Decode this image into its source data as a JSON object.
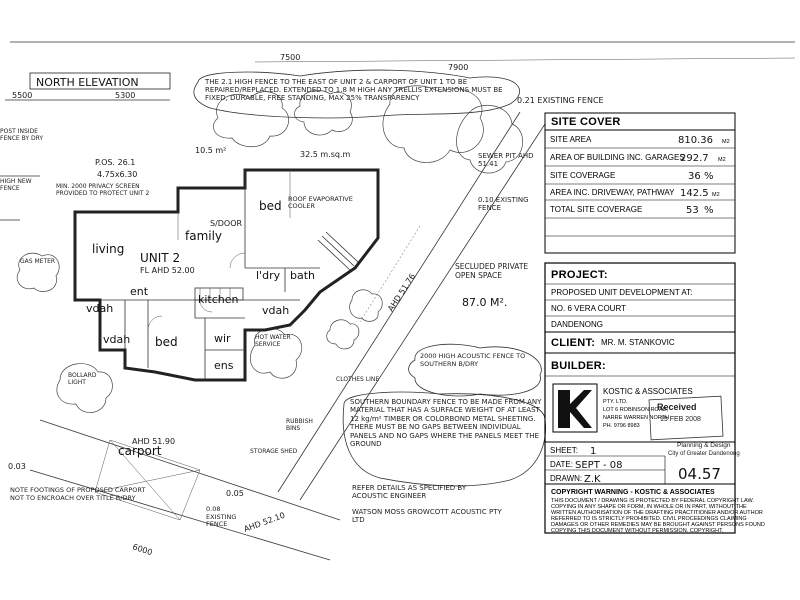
{
  "header": {
    "north_elevation": "NORTH ELEVATION",
    "dim_5500": "5500",
    "dim_5300": "5300",
    "dim_7500": "7500",
    "dim_7900": "7900"
  },
  "notes": {
    "fence_east": "THE 2.1 HIGH FENCE TO THE EAST OF UNIT 2 & CARPORT OF UNIT 1 TO BE REPAIRED/REPLACED. EXTENDED TO 1.8 M HIGH ANY TRELLIS EXTENSIONS MUST BE FIXED, DURABLE, FREE STANDING, MAX 25% TRANSPARENCY",
    "post_fence": "POST INSIDE FENCE BY DRY",
    "new_fence": "HIGH NEW FENCE",
    "existing_fence_top": "0.21 EXISTING FENCE",
    "sewer_pit": "SEWER PIT AHD 51.41",
    "p_os": "P.OS. 26.1",
    "p_os_dims": "4.75x6.30",
    "mh_note": "MIN. 2000 PRIVACY SCREEN PROVIDED TO PROTECT UNIT 2",
    "area_10": "10.5 m²",
    "area_32": "32.5 m.sq.m",
    "roof_evap": "ROOF EVAPORATIVE COOLER",
    "screen_door": "S/DOOR",
    "fl_ahd": "FL AHD 52.00",
    "gas_meter": "GAS METER",
    "hot_water": "HOT WATER SERVICE",
    "bollard_light": "BOLLARD LIGHT",
    "clothes_line": "CLOTHES LINE",
    "rubbish_bins": "RUBBISH BINS",
    "storage_shed": "STORAGE SHED",
    "ahd_5190": "AHD 51.90",
    "ahd_5176": "AHD 51.76",
    "ahd_5210": "AHD 52.10",
    "existing_fence_bottom": "0.08 EXISTING FENCE",
    "secluded_open_space": "SECLUDED PRIVATE OPEN SPACE",
    "open_space_area": "87.0 M².",
    "acoustic_fence": "2000 HIGH ACOUSTIC FENCE TO SOUTHERN B/DRY",
    "southern_boundary": "SOUTHERN BOUNDARY FENCE TO BE MADE FROM ANY MATERIAL THAT HAS A SURFACE WEIGHT OF AT LEAST 12 kg/m² TIMBER OR COLORBOND METAL SHEETING. THERE MUST BE NO GAPS BETWEEN INDIVIDUAL PANELS AND NO GAPS WHERE THE PANELS MEET THE GROUND",
    "refer_details": "REFER DETAILS AS SPECIFIED BY ACOUSTIC ENGINEER",
    "watson_moss": "WATSON MOSS GROWCOTT ACOUSTIC PTY LTD",
    "footings_note": "NOTE FOOTINGS OF PROPOSED CARPORT NOT TO ENCROACH OVER TITLE B/DRY",
    "dim_6000": "6000",
    "level_003": "0.03",
    "level_005": "0.05"
  },
  "rooms": {
    "bed_upper": "bed",
    "family": "family",
    "living": "living",
    "unit2": "UNIT 2",
    "ldry": "l'dry",
    "bath": "bath",
    "ent": "ent",
    "kitchen": "kitchen",
    "vdah_left": "vdah",
    "vdah_mid": "vdah",
    "vdah_lower": "vdah",
    "bed_lower": "bed",
    "wir": "wir",
    "ens": "ens",
    "carport": "carport"
  },
  "site_cover": {
    "title": "SITE COVER",
    "rows": [
      {
        "label": "SITE AREA",
        "value": "810.36",
        "unit": "M2"
      },
      {
        "label": "AREA OF BUILDING INC. GARAGES",
        "value": "292.7",
        "unit": "M2"
      },
      {
        "label": "SITE COVERAGE",
        "value": "36",
        "unit": "%"
      },
      {
        "label": "AREA INC. DRIVEWAY, PATHWAY",
        "value": "142.5",
        "unit": "M2"
      },
      {
        "label": "TOTAL SITE COVERAGE",
        "value": "53",
        "unit": "%"
      }
    ]
  },
  "project": {
    "label": "PROJECT:",
    "line1": "PROPOSED UNIT DEVELOPMENT AT:",
    "line2": "NO. 6 VERA COURT",
    "line3": "DANDENONG"
  },
  "client": {
    "label": "CLIENT:",
    "name": "MR. M. STANKOVIC"
  },
  "builder": {
    "label": "BUILDER:",
    "company": "KOSTIC & ASSOCIATES",
    "pty": "PTY. LTD.",
    "address1": "LOT 6 ROBINSON ROAD,",
    "address2": "NARRE WARREN NORTH",
    "phone": "PH. 9796 8983",
    "logo_letter": "K"
  },
  "stamp": {
    "received": "Received",
    "date": "15 FEB 2008",
    "planning": "Planning & Design",
    "council": "City of Greater Dandenong"
  },
  "sheet_info": {
    "sheet_label": "SHEET:",
    "sheet_value": "1",
    "date_label": "DATE:",
    "date_value": "SEPT - 08",
    "drawn_label": "DRAWN:",
    "drawn_value": "Z.K",
    "job_no": "04.57"
  },
  "copyright": {
    "title": "COPYRIGHT WARNING  -  KOSTIC & ASSOCIATES",
    "line1": "THIS DOCUMENT / DRAWING IS PROTECTED BY FEDERAL COPYRIGHT LAW.",
    "line2": "COPYING IN ANY SHAPE OR FORM, IN WHOLE OR IN PART, WITHOUT THE",
    "line3": "WRITTEN AUTHORISATION OF THE DRAFTING PRACTITIONER AND/OR AUTHOR",
    "line4": "REFERRED TO IS STRICTLY PROHIBITED.   CIVIL PROCEEDINGS CLAIMING",
    "line5": "DAMAGES OR OTHER REMEDIES MAY BE BROUGHT AGAINST PERSONS FOUND",
    "line6": "COPYING THIS DOCUMENT WITHOUT PERMISSION.                COPYRIGHT."
  }
}
